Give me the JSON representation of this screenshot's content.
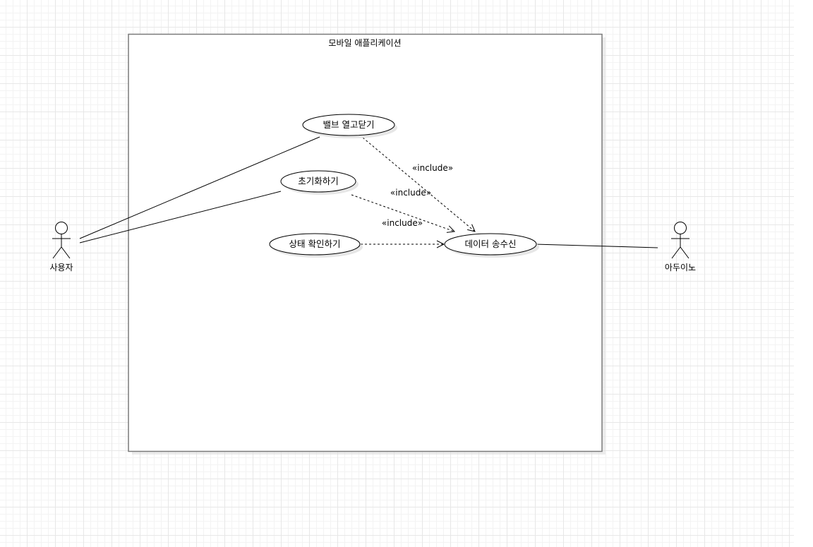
{
  "system": {
    "title": "모바일 애플리케이션"
  },
  "use_cases": {
    "valve": "밸브 열고닫기",
    "init": "초기화하기",
    "status": "상태 확인하기",
    "data": "데이터 송수신"
  },
  "actors": {
    "user": "사용자",
    "arduino": "아두이노"
  },
  "relations": {
    "include_1": "«include»",
    "include_2": "«include»",
    "include_3": "«include»"
  }
}
